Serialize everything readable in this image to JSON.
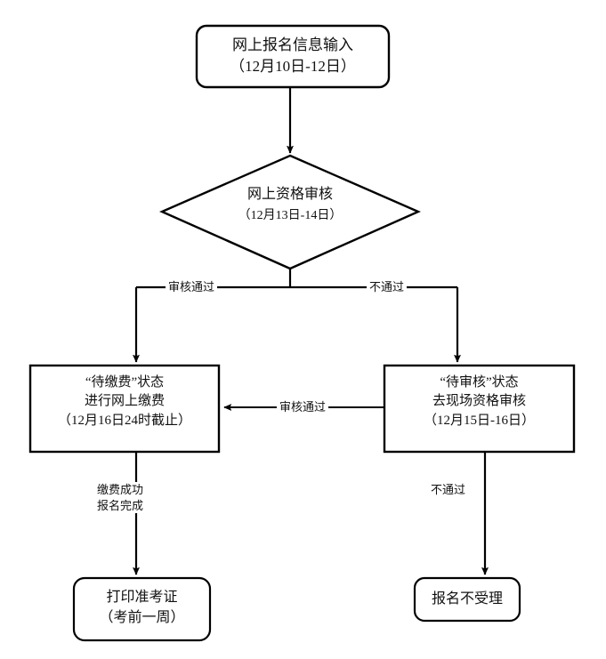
{
  "diagram": {
    "type": "flowchart",
    "title_text_present": false,
    "background_color": "#ffffff",
    "line_color": "#000000",
    "text_color": "#111111",
    "nodes": [
      {
        "id": "online-registration-input",
        "shape": "rounded-rectangle",
        "lines": [
          "网上报名信息输入",
          "（12月10日-12日）"
        ]
      },
      {
        "id": "online-qualification-review",
        "shape": "diamond",
        "lines": [
          "网上资格审核",
          "（12月13日-14日）"
        ]
      },
      {
        "id": "pending-payment",
        "shape": "rectangle",
        "lines": [
          "“待缴费”状态",
          "进行网上缴费",
          "（12月16日24时截止）"
        ]
      },
      {
        "id": "pending-review",
        "shape": "rectangle",
        "lines": [
          "“待审核”状态",
          "去现场资格审核",
          "（12月15日-16日）"
        ]
      },
      {
        "id": "print-admission-ticket",
        "shape": "rounded-rectangle",
        "lines": [
          "打印准考证",
          "（考前一周）"
        ]
      },
      {
        "id": "registration-rejected",
        "shape": "rounded-rectangle",
        "lines": [
          "报名不受理"
        ]
      }
    ],
    "edges": [
      {
        "id": "input-to-review",
        "from": "online-registration-input",
        "to": "online-qualification-review",
        "label_lines": []
      },
      {
        "id": "review-pass-left",
        "from": "online-qualification-review",
        "to": "pending-payment",
        "label_lines": [
          "审核通过"
        ]
      },
      {
        "id": "review-fail-right",
        "from": "online-qualification-review",
        "to": "pending-review",
        "label_lines": [
          "不通过"
        ]
      },
      {
        "id": "onsite-pass-to-payment",
        "from": "pending-review",
        "to": "pending-payment",
        "label_lines": [
          "审核通过"
        ]
      },
      {
        "id": "payment-success-to-ticket",
        "from": "pending-payment",
        "to": "print-admission-ticket",
        "label_lines": [
          "缴费成功",
          "报名完成"
        ]
      },
      {
        "id": "onsite-fail-to-rejected",
        "from": "pending-review",
        "to": "registration-rejected",
        "label_lines": [
          "不通过"
        ]
      }
    ]
  }
}
